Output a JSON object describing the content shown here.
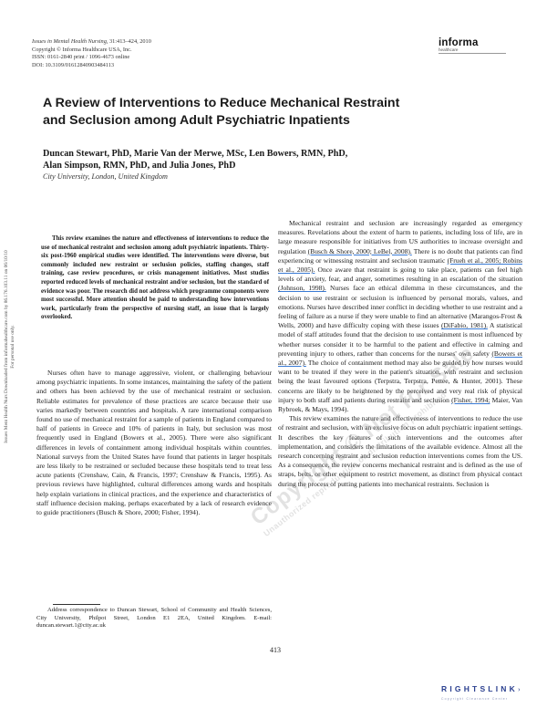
{
  "journal": {
    "citation_title": "Issues in Mental Health Nursing,",
    "citation_rest": " 31:413–424, 2010",
    "copyright": "Copyright © Informa Healthcare USA, Inc.",
    "issn": "ISSN: 0161-2840 print / 1096-4673 online",
    "doi": "DOI: 10.3109/01612840903484113"
  },
  "publisher": {
    "brand": "informa",
    "sub": "healthcare"
  },
  "article": {
    "title_line1": "A Review of Interventions to Reduce Mechanical Restraint",
    "title_line2": "and Seclusion among Adult Psychiatric Inpatients",
    "authors_line1": "Duncan Stewart, PhD, Marie Van der Merwe, MSc, Len Bowers, RMN, PhD,",
    "authors_line2": "Alan Simpson, RMN, PhD, and Julia Jones, PhD",
    "affiliation": "City University, London, United Kingdom",
    "abstract": "This review examines the nature and effectiveness of interventions to reduce the use of mechanical restraint and seclusion among adult psychiatric inpatients. Thirty-six post-1960 empirical studies were identified. The interventions were diverse, but commonly included new restraint or seclusion policies, staffing changes, staff training, case review procedures, or crisis management initiatives. Most studies reported reduced levels of mechanical restraint and/or seclusion, but the standard of evidence was poor. The research did not address which programme components were most successful. More attention should be paid to understanding how interventions work, particularly from the perspective of nursing staff, an issue that is largely overlooked."
  },
  "body_left": {
    "paragraph1": "Nurses often have to manage aggressive, violent, or challenging behaviour among psychiatric inpatients. In some instances, maintaining the safety of the patient and others has been achieved by the use of mechanical restraint or seclusion. Reliable estimates for prevalence of these practices are scarce because their use varies markedly between countries and hospitals. A rare international comparison found no use of mechanical restraint for a sample of patients in England compared to half of patients in Greece and 10% of patients in Italy, but seclusion was most frequently used in England (Bowers et al., 2005). There were also significant differences in levels of containment among individual hospitals within countries. National surveys from the United States have found that patients in larger hospitals are less likely to be restrained or secluded because these hospitals tend to treat less acute patients (Crenshaw, Cain, & Francis, 1997; Crenshaw & Francis, 1995). As previous reviews have highlighted, cultural differences among wards and hospitals help explain variations in clinical practices, and the experience and characteristics of staff influence decision making, perhaps exacerbated by a lack of research evidence to guide practitioners (Busch & Shore, 2000; Fisher, 1994)."
  },
  "body_right": {
    "p1_a": "Mechanical restraint and seclusion are increasingly regarded as emergency measures. Revelations about the extent of harm to patients, including loss of life, are in large measure responsible for initiatives from US authorities to increase oversight and regulation ",
    "p1_cite1": "(Busch & Shore, 2000; LeBel, 2008).",
    "p1_b": " There is no doubt that patients can find experiencing or witnessing restraint and seclusion traumatic ",
    "p1_cite2": "(Frueh et al., 2005; Robins et al., 2005).",
    "p1_c": " Once aware that restraint is going to take place, patients can feel high levels of anxiety, fear, and anger, sometimes resulting in an escalation of the situation ",
    "p1_cite3": "(Johnson, 1998).",
    "p1_d": " Nurses face an ethical dilemma in these circumstances, and the decision to use restraint or seclusion is influenced by personal morals, values, and emotions. Nurses have described inner conflict in deciding whether to use restraint and a feeling of failure as a nurse if they were unable to find an alternative (Marangos-Frost & Wells, 2000) and have difficulty coping with these issues ",
    "p1_cite4": "(DiFabio, 1981).",
    "p1_e": " A statistical model of staff attitudes found that the decision to use containment is most influenced by whether nurses consider it to be harmful to the patient and effective in calming and preventing injury to others, rather than concerns for the nurses' own safety ",
    "p1_cite5": "(Bowers et al., 2007).",
    "p1_f": " The choice of containment method may also be guided by how nurses would want to be treated if they were in the patient's situation, with restraint and seclusion being the least favoured options (Terpstra, Terpstra, Pettee, & Hunter, 2001). These concerns are likely to be heightened by the perceived and very real risk of physical injury to both staff and patients during restraint and seclusion ",
    "p1_cite6": "(Fisher, 1994;",
    "p1_g": " Maier, Van Rybroek, & Mays, 1994).",
    "paragraph2": "This review examines the nature and effectiveness of interventions to reduce the use of restraint and seclusion, with an exclusive focus on adult psychiatric inpatient settings. It describes the key features of such interventions and the outcomes after implementation, and considers the limitations of the available evidence. Almost all the research concerning restraint and seclusion reduction interventions comes from the US. As a consequence, the review concerns mechanical restraint and is defined as the use of straps, belts, or other equipment to restrict movement, as distinct from physical contact during the process of putting patients into mechanical restraints. Seclusion is"
  },
  "footnote": {
    "text": "Address correspondence to Duncan Stewart, School of Community and Health Sciences, City University, Philpot Street, London E1 2EA, United Kingdom. E-mail: duncan.stewart.1@city.ac.uk"
  },
  "page_number": "413",
  "side_note": {
    "line1": "Issues Ment Health Nurs Downloaded from informahealthcare.com by 86.176.103.11 on 06/10/10",
    "line2": "For personal use only."
  },
  "watermark": {
    "line1": "Copyright © Not for Sale",
    "line2": "Unauthorized reproduction or distribution prohibited"
  },
  "rightslink": {
    "brand": "RIGHTSLINK",
    "arrow": "›",
    "sub": "Copyright Clearance Center"
  }
}
